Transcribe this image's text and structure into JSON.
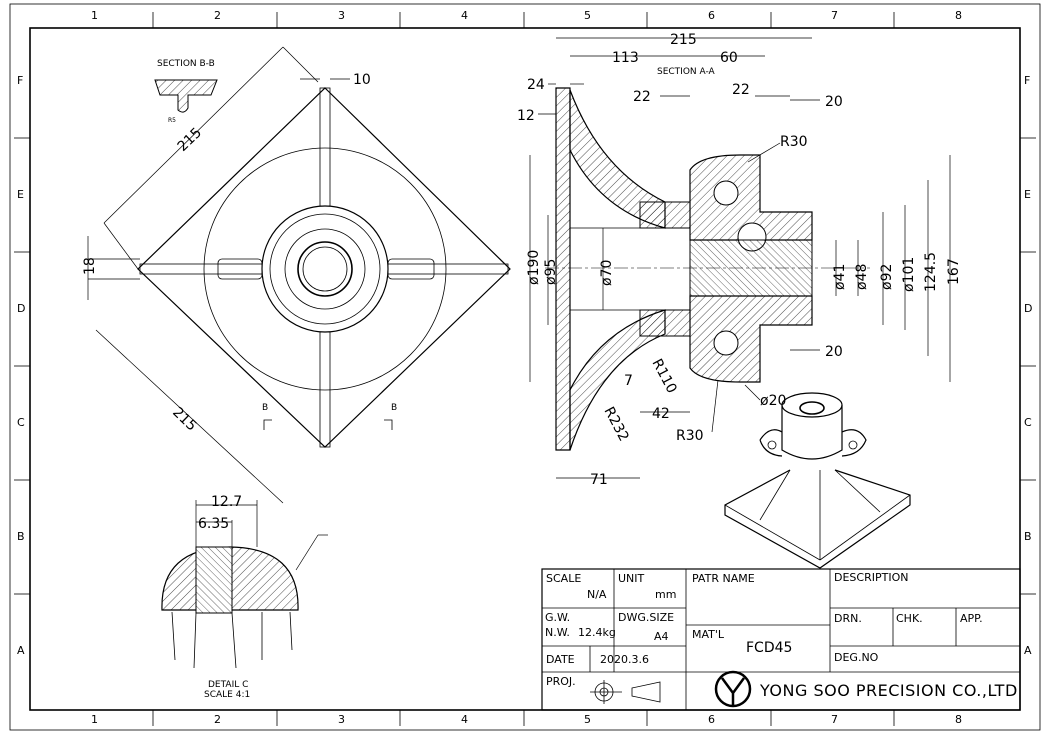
{
  "border": {
    "columns": [
      "1",
      "2",
      "3",
      "4",
      "5",
      "6",
      "7",
      "8"
    ],
    "rows": [
      "F",
      "E",
      "D",
      "C",
      "B",
      "A"
    ]
  },
  "labels": {
    "section_bb": "SECTION B-B",
    "section_aa": "SECTION A-A",
    "detail_c": "DETAIL C",
    "scale_detail": "SCALE 4:1",
    "section_mark_b": "B",
    "rs_note": "R5"
  },
  "dims_top": {
    "d10": "10",
    "d215a": "215",
    "d215b": "215",
    "d18": "18"
  },
  "dims_section": {
    "d215": "215",
    "d113": "113",
    "d60": "60",
    "d24": "24",
    "d12": "12",
    "d22a": "22",
    "d22b": "22",
    "d20a": "20",
    "d20b": "20",
    "r30a": "R30",
    "r30b": "R30",
    "r110": "R110",
    "r232": "R232",
    "d7": "7",
    "d42": "42",
    "d71": "71",
    "phi190": "ø190",
    "phi95": "ø95",
    "phi70": "ø70",
    "phi41": "ø41",
    "phi48": "ø48",
    "phi92": "ø92",
    "phi101": "ø101",
    "phi20": "ø20",
    "d124_5": "124.5",
    "d167": "167"
  },
  "dims_detail": {
    "d12_7": "12.7",
    "d6_35": "6.35"
  },
  "title_block": {
    "scale_label": "SCALE",
    "scale_value": "N/A",
    "unit_label": "UNIT",
    "unit_value": "mm",
    "part_name_label": "PATR NAME",
    "description_label": "DESCRIPTION",
    "gw_label": "G.W.",
    "nw_label": "N.W.",
    "weight_value": "12.4kg",
    "dwg_size_label": "DWG.SIZE",
    "dwg_size_value": "A4",
    "drn_label": "DRN.",
    "chk_label": "CHK.",
    "app_label": "APP.",
    "mat_label": "MAT'L",
    "mat_value": "FCD45",
    "date_label": "DATE",
    "date_value": "2020.3.6",
    "degno_label": "DEG.NO",
    "proj_label": "PROJ.",
    "company": "YONG SOO PRECISION CO.,LTD"
  }
}
